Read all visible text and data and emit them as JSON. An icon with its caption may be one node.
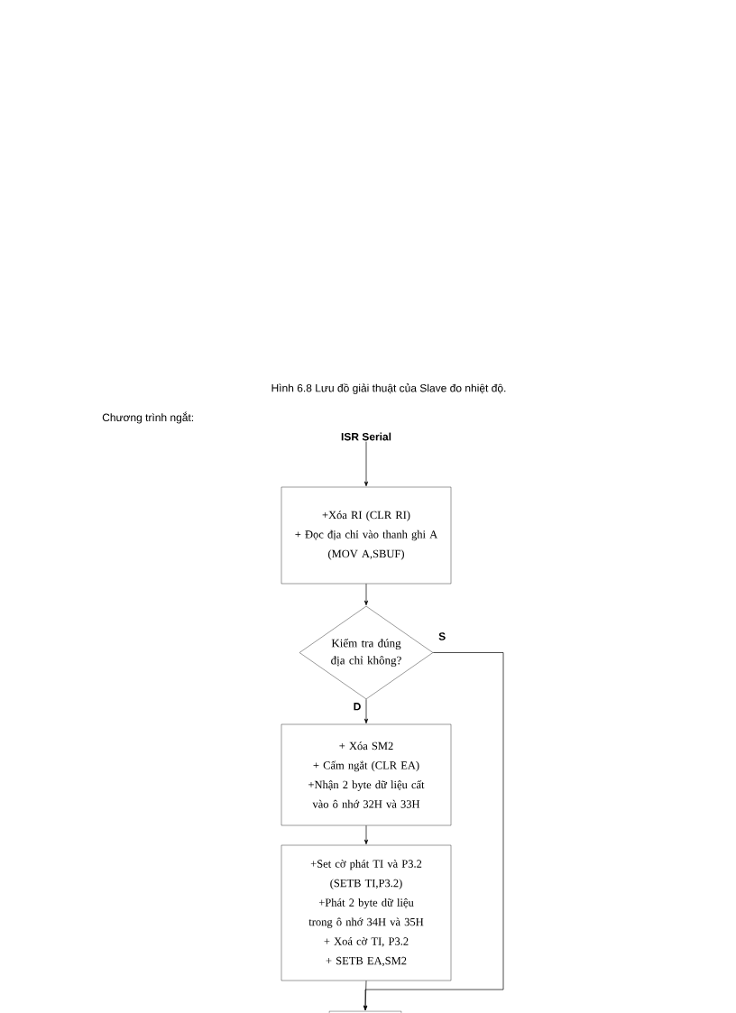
{
  "diagram": {
    "nodes": [
      {
        "text": [
          "ISR Serial"
        ]
      },
      {
        "text": [
          "+Xóa RI (CLR RI)",
          "+ Đọc địa chỉ vào thanh ghi A",
          "(MOV A,SBUF)"
        ]
      },
      {
        "text": [
          "Kiểm tra đúng địa chỉ không?"
        ]
      },
      {
        "text": [
          "+ Xóa SM2",
          "+ Cấm ngắt (CLR EA)",
          "+Nhận 2 byte dữ liệu cất vào ô nhớ 32H và 33H"
        ]
      },
      {
        "text": [
          "+Set cờ phát TI và P3.2",
          "(SETB TI,P3.2)",
          "+Phát 2 byte dữ liệu trong ô nhớ 34H và 35H",
          "+ Xoá cờ TI, P3.2",
          "+ SETB EA,SM2"
        ]
      },
      {
        "text": [],
        "shape": "box"
      }
    ],
    "edges": [
      {
        "from": 0,
        "to": 1,
        "arrow": "to"
      },
      {
        "from": 1,
        "to": 2,
        "arrow": "to"
      },
      {
        "from": 2,
        "to": 3,
        "arrow": "to",
        "label": "D"
      },
      {
        "from": 2,
        "to": 5,
        "arrow": "to",
        "label": "S"
      },
      {
        "from": 3,
        "to": 4,
        "arrow": "to"
      },
      {
        "from": 4,
        "to": 5,
        "arrow": "to"
      }
    ],
    "labels": [
      "Hình 6.8 Lưu đồ giải thuật của Slave đo nhiệt độ.",
      "Chương trình ngắt:"
    ]
  }
}
